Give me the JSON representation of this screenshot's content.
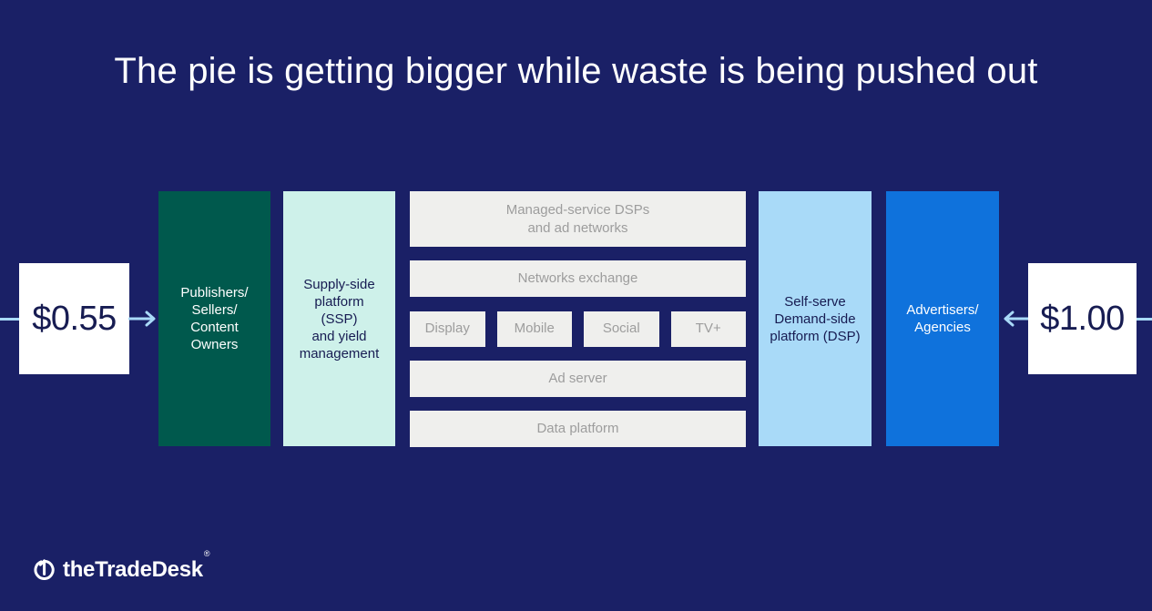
{
  "title": "The pie is getting bigger while waste is being pushed out",
  "colors": {
    "background_navy": "#1A2066",
    "publishers_green": "#00594D",
    "ssp_mint": "#CEF1EA",
    "grey_box": "#EFEFED",
    "grey_box_text": "#9D9D9D",
    "dsp_light_blue": "#A9DAF8",
    "advertisers_blue": "#0F72DC",
    "arrow_light_blue": "#A9DAF8",
    "money_box_white": "#FFFFFF",
    "dark_text_navy": "#171C52"
  },
  "flow": {
    "left_amount": "$0.55",
    "right_amount": "$1.00",
    "publishers_label": "Publishers/\nSellers/\nContent\nOwners",
    "ssp_label": "Supply-side\nplatform\n(SSP)\nand yield\nmanagement",
    "dsp_label": "Self-serve\nDemand-side\nplatform (DSP)",
    "advertisers_label": "Advertisers/\nAgencies",
    "middle": {
      "managed": "Managed-service DSPs\nand ad networks",
      "exchange": "Networks exchange",
      "channels": [
        "Display",
        "Mobile",
        "Social",
        "TV+"
      ],
      "ad_server": "Ad server",
      "data_platform": "Data platform"
    }
  },
  "footer": {
    "logo_text": "theTradeDesk",
    "registered_mark": "®"
  }
}
